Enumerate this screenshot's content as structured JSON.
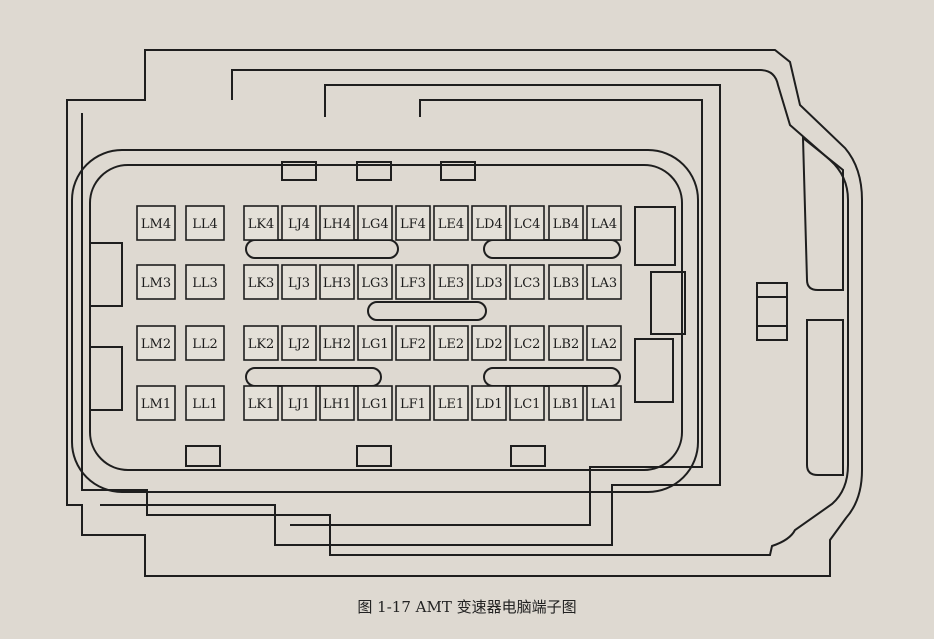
{
  "caption": "图 1-17   AMT 变速器电脑端子图",
  "diagram": {
    "pin_rows": [
      [
        "LM4",
        "LL4",
        "LK4",
        "LJ4",
        "LH4",
        "LG4",
        "LF4",
        "LE4",
        "LD4",
        "LC4",
        "LB4",
        "LA4"
      ],
      [
        "LM3",
        "LL3",
        "LK3",
        "LJ3",
        "LH3",
        "LG3",
        "LF3",
        "LE3",
        "LD3",
        "LC3",
        "LB3",
        "LA3"
      ],
      [
        "LM2",
        "LL2",
        "LK2",
        "LJ2",
        "LH2",
        "LG1",
        "LF2",
        "LE2",
        "LD2",
        "LC2",
        "LB2",
        "LA2"
      ],
      [
        "LM1",
        "LL1",
        "LK1",
        "LJ1",
        "LH1",
        "LG1",
        "LF1",
        "LE1",
        "LD1",
        "LC1",
        "LB1",
        "LA1"
      ]
    ]
  },
  "colors": {
    "background": "#ded9d1",
    "line": "#1e1e1e",
    "pin_fill": "#e4e0d8",
    "text": "#1b1b1b"
  }
}
